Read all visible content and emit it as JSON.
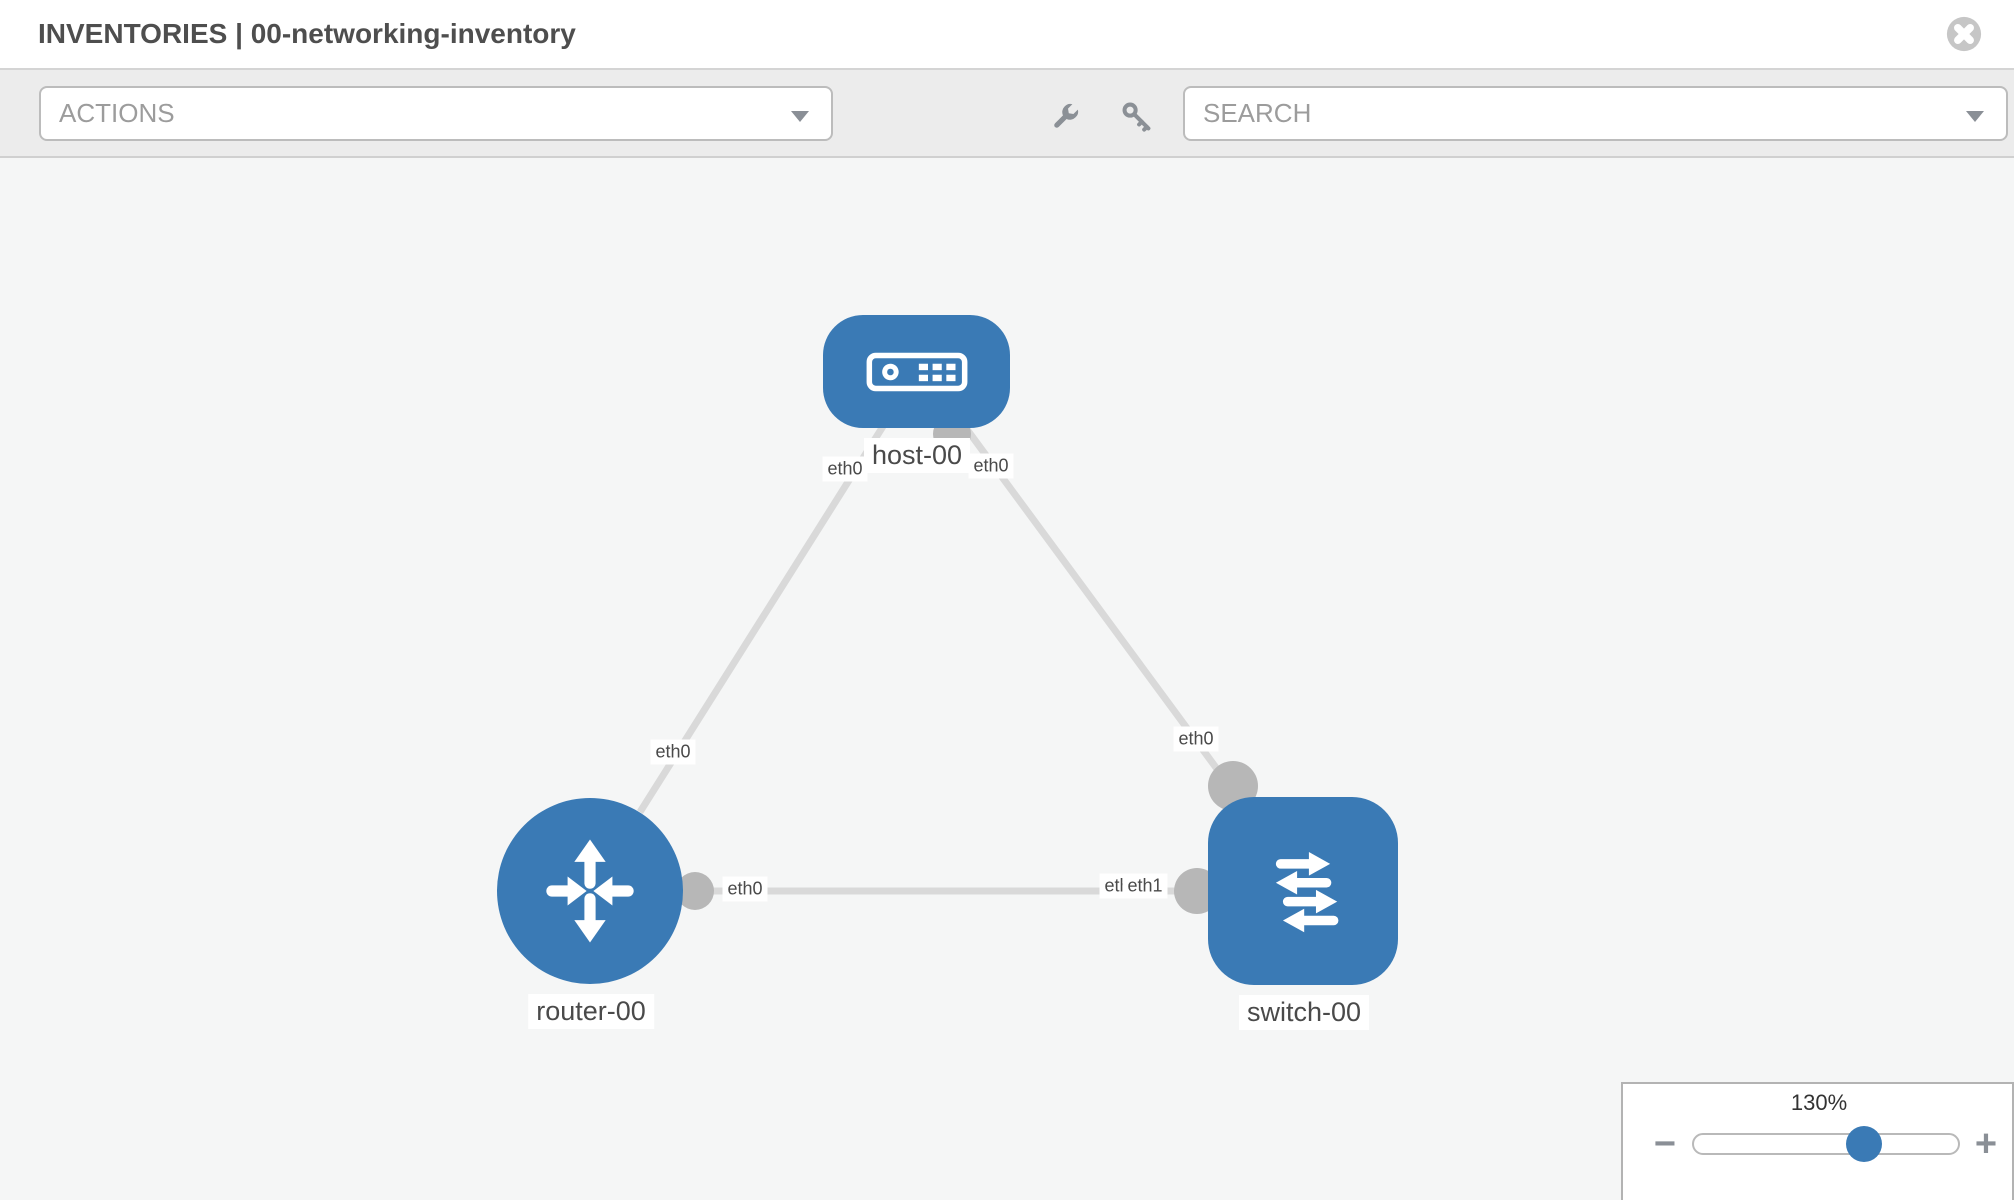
{
  "header": {
    "title": "INVENTORIES | 00-networking-inventory",
    "close_icon": "x-circle-icon"
  },
  "toolbar": {
    "actions_label": "ACTIONS",
    "search_label": "SEARCH",
    "icons": [
      "wrench-icon",
      "key-icon",
      "chevron-down-icon"
    ]
  },
  "graph": {
    "nodes": [
      {
        "id": "host-00",
        "type": "host",
        "label": "host-00",
        "icon": "server-icon"
      },
      {
        "id": "router-00",
        "type": "router",
        "label": "router-00",
        "icon": "router-arrows-icon"
      },
      {
        "id": "switch-00",
        "type": "switch",
        "label": "switch-00",
        "icon": "switch-arrows-icon"
      }
    ],
    "links": [
      {
        "from": "host-00",
        "to": "router-00",
        "from_iface": "eth0",
        "to_iface": "eth0"
      },
      {
        "from": "host-00",
        "to": "switch-00",
        "from_iface": "eth0",
        "to_iface": "eth0"
      },
      {
        "from": "router-00",
        "to": "switch-00",
        "from_iface": "eth0",
        "to_iface": "eth1",
        "to_iface_overlap": "eth0"
      }
    ]
  },
  "zoom_control": {
    "level": "130%",
    "minus": "−",
    "plus": "+"
  },
  "colors": {
    "node_blue": "#3a7ab5",
    "link_gray": "#d9d9d9",
    "connector_gray": "#b7b7b7",
    "toolbar_gray": "#ececec",
    "canvas_gray": "#f5f6f6",
    "icon_gray": "#8b9096",
    "close_gray": "#c6c6c6"
  }
}
